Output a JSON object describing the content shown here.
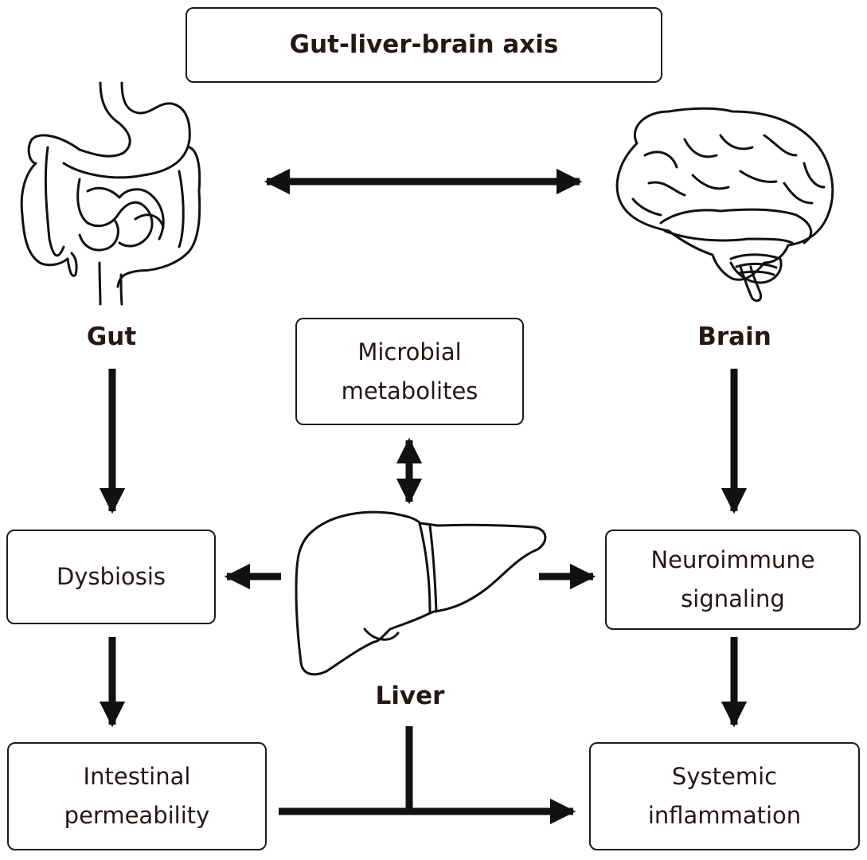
{
  "title": "Gut-liver-brain axis",
  "organs": {
    "gut": "Gut",
    "brain": "Brain",
    "liver": "Liver"
  },
  "nodes": {
    "microbial_metabolites": [
      "Microbial",
      "metabolites"
    ],
    "dysbiosis": [
      "Dysbiosis"
    ],
    "neuroimmune_signaling": [
      "Neuroimmune",
      "signaling"
    ],
    "intestinal_permeability": [
      "Intestinal",
      "permeability"
    ],
    "systemic_inflammation": [
      "Systemic",
      "inflammation"
    ]
  },
  "edges": [
    {
      "from": "gut",
      "to": "brain",
      "type": "bidirectional"
    },
    {
      "from": "gut",
      "to": "dysbiosis",
      "type": "directed"
    },
    {
      "from": "brain",
      "to": "neuroimmune_signaling",
      "type": "directed"
    },
    {
      "from": "microbial_metabolites",
      "to": "liver",
      "type": "bidirectional"
    },
    {
      "from": "liver",
      "to": "dysbiosis",
      "type": "directed"
    },
    {
      "from": "liver",
      "to": "neuroimmune_signaling",
      "type": "directed"
    },
    {
      "from": "dysbiosis",
      "to": "intestinal_permeability",
      "type": "directed"
    },
    {
      "from": "neuroimmune_signaling",
      "to": "systemic_inflammation",
      "type": "directed"
    },
    {
      "from": "intestinal_permeability",
      "to": "systemic_inflammation",
      "type": "directed"
    },
    {
      "from": "liver",
      "to": "systemic_inflammation",
      "type": "junction"
    }
  ],
  "colors": {
    "ink": "#231815",
    "arrow": "#111111",
    "background": "#ffffff"
  }
}
